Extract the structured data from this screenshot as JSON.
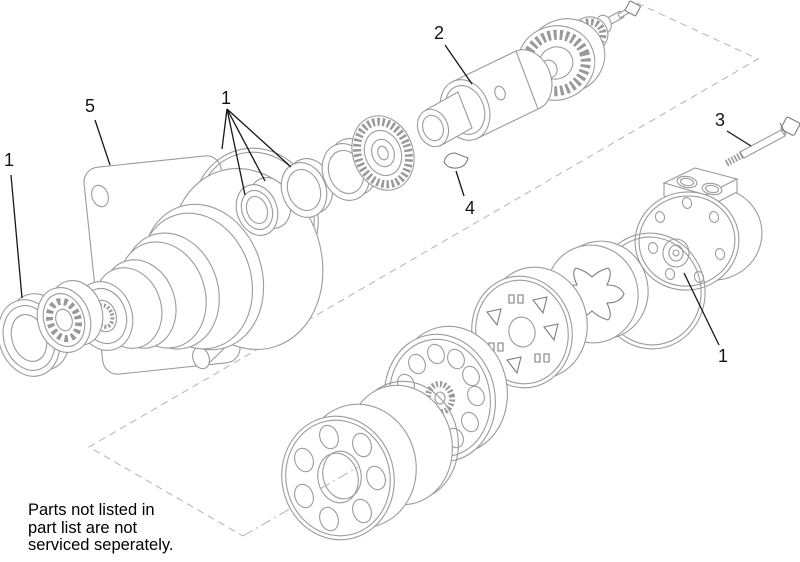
{
  "figure": {
    "type": "exploded-parts-diagram"
  },
  "note": {
    "text": "Parts not listed in\npart list are not\nserviced seperately."
  },
  "callouts": [
    {
      "label": "1",
      "part": "dust-seal"
    },
    {
      "label": "5",
      "part": "flange-housing"
    },
    {
      "label": "1",
      "part": "seal-kit"
    },
    {
      "label": "2",
      "part": "coupler"
    },
    {
      "label": "4",
      "part": "woodruff-key"
    },
    {
      "label": "3",
      "part": "bolt"
    },
    {
      "label": "1",
      "part": "o-ring"
    }
  ],
  "colors": {
    "background": "#ffffff",
    "artwork_line": "#9b9b9b",
    "guide_line": "#b3b3b3",
    "callout_text": "#141414"
  }
}
